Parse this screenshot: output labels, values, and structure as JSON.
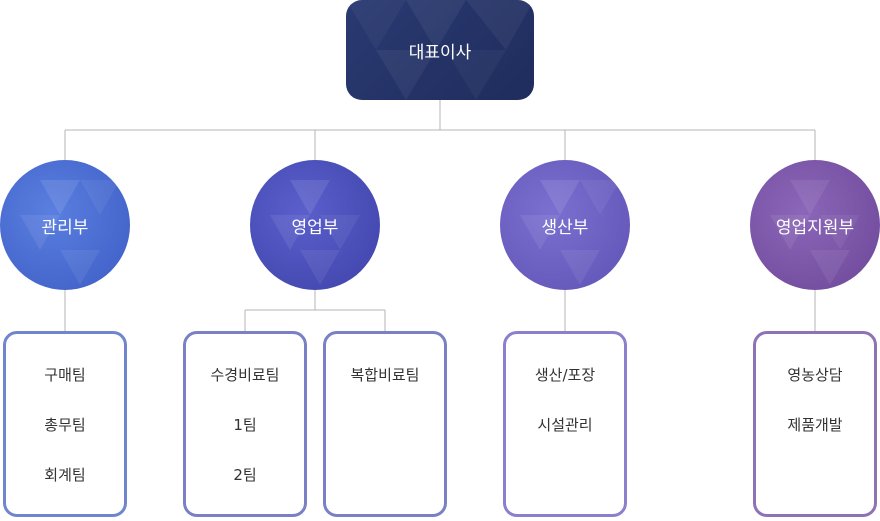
{
  "ceo": {
    "label": "대표이사",
    "color": "#24335f"
  },
  "departments": [
    {
      "label": "관리부",
      "color": "#4a6cd0",
      "border": "#6f86cc",
      "teams": [
        {
          "items": [
            "구매팀",
            "총무팀",
            "회계팀"
          ]
        }
      ]
    },
    {
      "label": "영업부",
      "color": "#4b4fb8",
      "border": "#7b7fc4",
      "teams": [
        {
          "items": [
            "수경비료팀",
            "1팀",
            "2팀"
          ]
        },
        {
          "items": [
            "복합비료팀"
          ]
        }
      ]
    },
    {
      "label": "생산부",
      "color": "#6b5fc0",
      "border": "#8b80cc",
      "teams": [
        {
          "items": [
            "생산/포장",
            "시설관리"
          ]
        }
      ]
    },
    {
      "label": "영업지원부",
      "color": "#7a55a8",
      "border": "#8d73b6",
      "teams": [
        {
          "items": [
            "영농상담",
            "제품개발"
          ]
        }
      ]
    }
  ],
  "line_color": "#b5b5b5"
}
